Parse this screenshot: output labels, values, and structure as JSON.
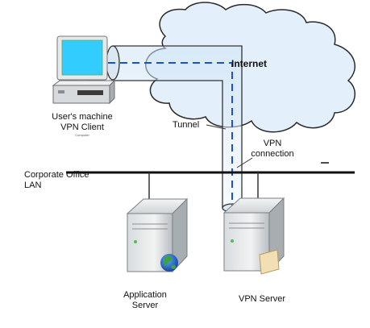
{
  "diagram": {
    "cloud_label": "Internet",
    "client": {
      "line1": "User's machine",
      "line2": "VPN Client",
      "caption": "Computer"
    },
    "tunnel_label": "Tunnel",
    "vpn_connection": {
      "line1": "VPN",
      "line2": "connection"
    },
    "lan": {
      "line1": "Corporate Office",
      "line2": "LAN"
    },
    "app_server": {
      "line1": "Application",
      "line2": "Server"
    },
    "vpn_server": "VPN Server"
  },
  "colors": {
    "cloud_fill": "#e3f0fb",
    "cloud_stroke": "#2a2a2a",
    "tunnel_dash": "#1f4fd1",
    "lan_line": "#111111",
    "monitor_screen": "#33ccff"
  }
}
